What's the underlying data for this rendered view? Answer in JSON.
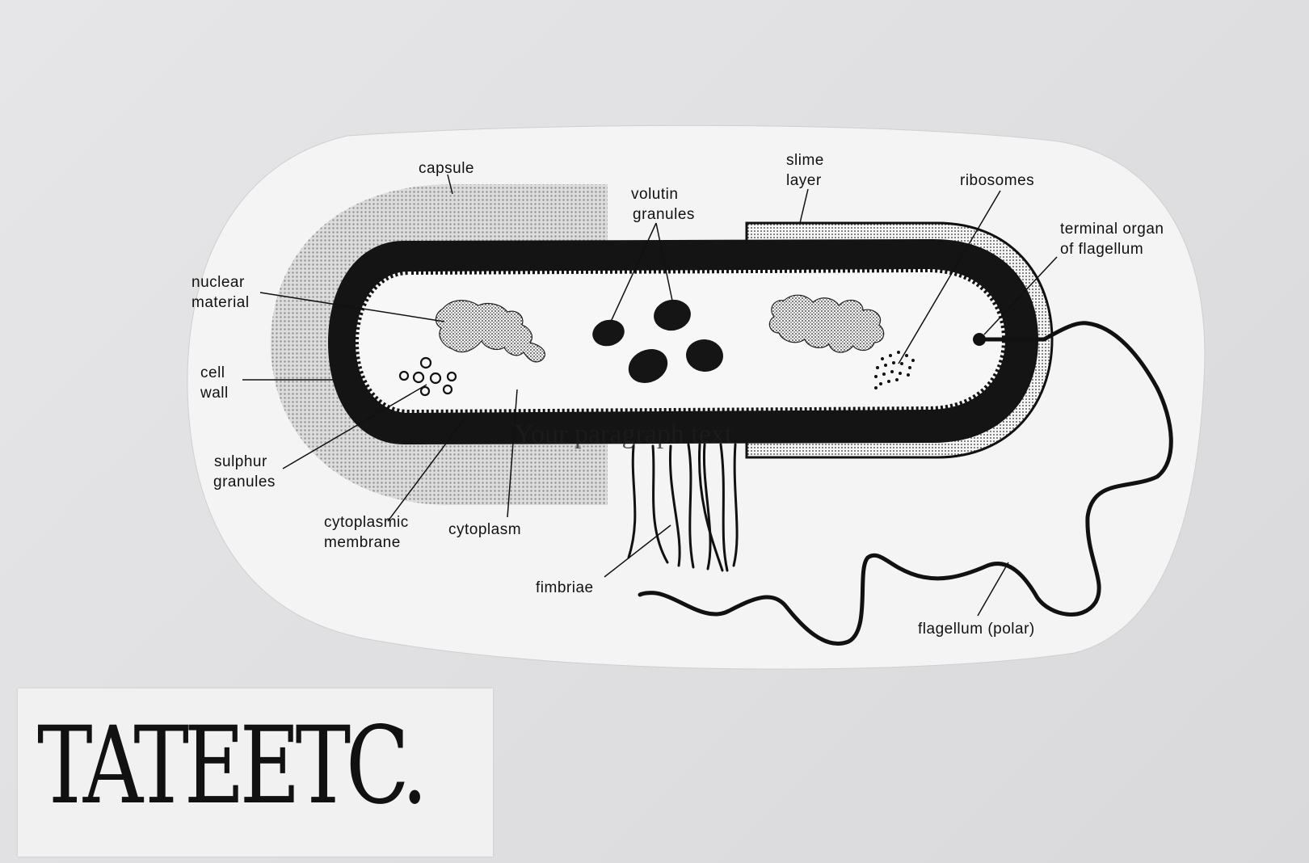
{
  "labels": {
    "capsule": "capsule",
    "slime_layer_1": "slime",
    "slime_layer_2": "layer",
    "volutin_1": "volutin",
    "volutin_2": "granules",
    "ribosomes": "ribosomes",
    "terminal_organ_1": "terminal organ",
    "terminal_organ_2": "of flagellum",
    "nuclear_1": "nuclear",
    "nuclear_2": "material",
    "cell_wall_1": "cell",
    "cell_wall_2": "wall",
    "sulphur_1": "sulphur",
    "sulphur_2": "granules",
    "cyto_membrane_1": "cytoplasmic",
    "cyto_membrane_2": "membrane",
    "cytoplasm": "cytoplasm",
    "fimbriae": "fimbriae",
    "flagellum": "flagellum (polar)"
  },
  "overlay_text": "Your paragraph text",
  "stamp": {
    "text": "TATEETC."
  }
}
